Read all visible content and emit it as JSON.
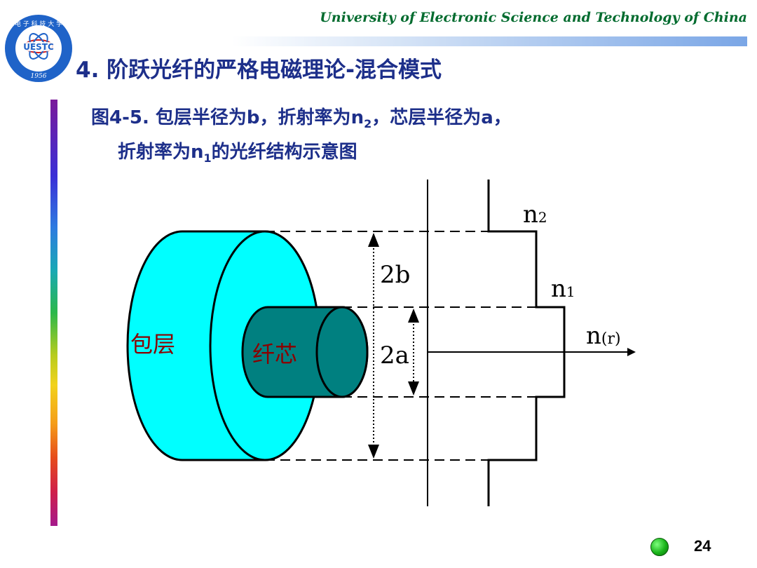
{
  "header": {
    "university": "University of Electronic Science and Technology of China"
  },
  "logo": {
    "abbr": "UESTC",
    "year": "1956",
    "ring_text": "电 子 科 技 大 学"
  },
  "slide": {
    "title": "4.  阶跃光纤的严格电磁理论-混合模式"
  },
  "caption": {
    "fig_label": "图4-5.",
    "line1_a": " 包层半径为",
    "b": "b",
    "line1_b": "，折射率为",
    "n": "n",
    "sub2": "2",
    "line1_c": "，芯层半径为",
    "a": "a",
    "comma": "，",
    "line2_a": "折射率为",
    "sub1": "1",
    "line2_b": "的光纤结构示意图"
  },
  "diagram": {
    "cladding_label": "包层",
    "core_label": "纤芯",
    "label_2b": "2b",
    "label_2a": "2a",
    "n2_base": "n",
    "n2_sub": "2",
    "n1_base": "n",
    "n1_sub": "1",
    "nr_base": "n",
    "nr_sub": "(r)",
    "colors": {
      "cladding": "#00ffff",
      "core": "#008080",
      "core_label": "#8b0000",
      "cladding_label": "#8b0000"
    }
  },
  "footer": {
    "page_number": "24"
  }
}
